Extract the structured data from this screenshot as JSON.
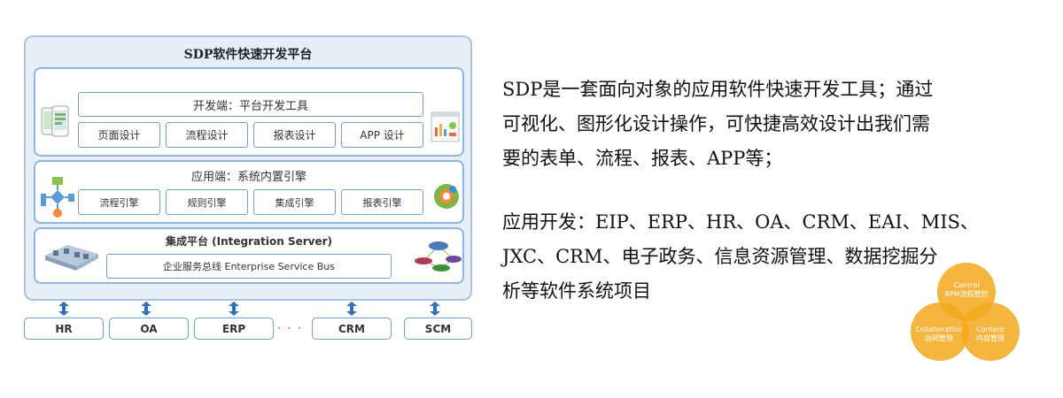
{
  "diagram": {
    "title": "SDP软件快速开发平台",
    "dev_layer": {
      "title": "开发端：平台开发工具",
      "items": [
        "页面设计",
        "流程设计",
        "报表设计",
        "APP 设计"
      ]
    },
    "app_layer": {
      "title": "应用端：系统内置引擎",
      "items": [
        "流程引擎",
        "规则引擎",
        "集成引擎",
        "报表引擎"
      ]
    },
    "integration_layer": {
      "title": "集成平台 (Integration Server)",
      "bus": "企业服务总线 Enterprise Service Bus"
    },
    "systems": [
      "HR",
      "OA",
      "ERP",
      "CRM",
      "SCM"
    ],
    "ellipsis": "· · ·"
  },
  "description": {
    "paragraph1": [
      "SDP是一套面向对象的应用软件快速开发工具；通过",
      "可视化、图形化设计操作，可快捷高效设计出我们需",
      "要的表单、流程、报表、APP等；"
    ],
    "paragraph2": [
      "应用开发：EIP、ERP、HR、OA、CRM、EAI、MIS、",
      "JXC、CRM、电子政务、信息资源管理、数据挖掘分",
      "析等软件系统项目"
    ]
  },
  "venn": {
    "control": [
      "Control",
      "BPM流程管控"
    ],
    "collaboration": [
      "Collaboration",
      "协同管理"
    ],
    "content": [
      "Content",
      "内容管理"
    ]
  },
  "colors": {
    "platform_bg": "#e6eef8",
    "border_blue": "#6f9fd5",
    "arrow_blue": "#2f6fb8",
    "venn_orange": "#f3a81c"
  }
}
